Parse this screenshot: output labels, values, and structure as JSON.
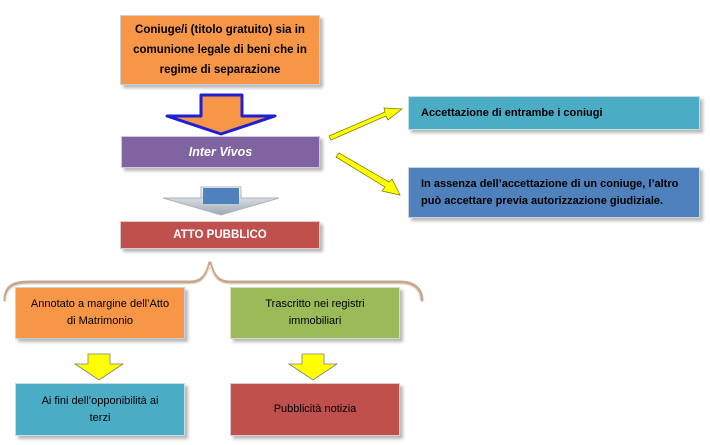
{
  "nodes": {
    "coniugi": "Coniuge/i (titolo gratuito) sia in comunione legale di beni che in regime di separazione",
    "inter_vivos": "Inter Vivos",
    "accettazione_entrambi": "Accettazione di entrambe i coniugi",
    "assenza_accettazione": "In assenza dell’accettazione di un coniuge, l’altro può accettare previa autorizzazione giudiziale.",
    "atto_pubblico": "ATTO PUBBLICO",
    "annotato": "Annotato a margine dell’Atto di Matrimonio",
    "trascritto": "Trascritto nei registri immobiliari",
    "opponibilita": "Ai fini dell’opponibilità ai terzi",
    "pubblicita": "Pubblicità notizia"
  },
  "colors": {
    "orange": "#f79646",
    "purple": "#8064a2",
    "light_blue": "#4bacc6",
    "dark_blue": "#4f81bd",
    "red": "#c0504d",
    "green": "#9bbb59",
    "arrow_yellow": "#ffff00"
  }
}
